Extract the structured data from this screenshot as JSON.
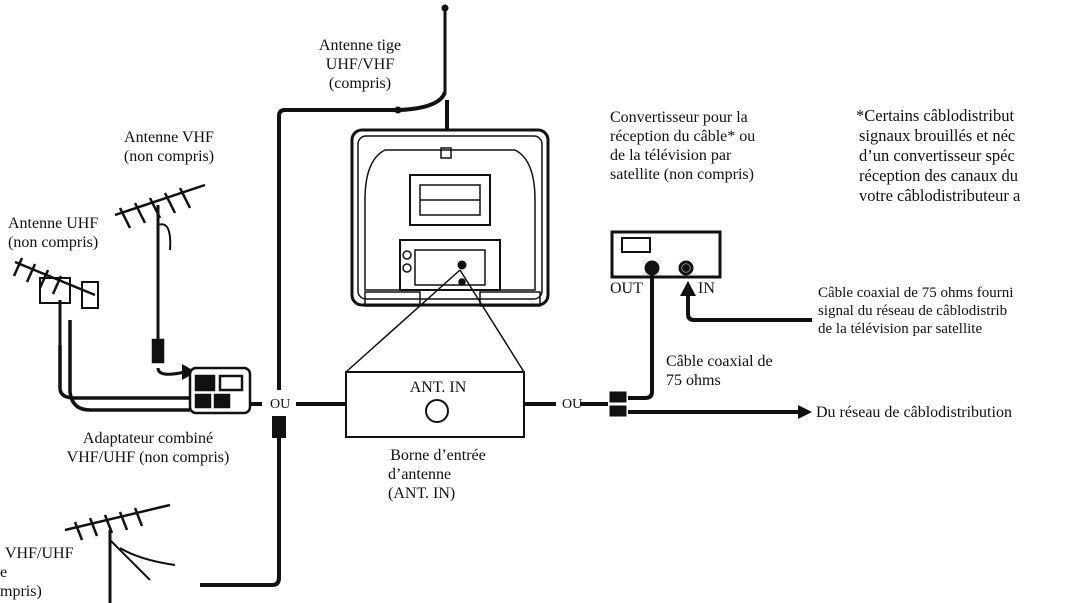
{
  "labels": {
    "rod_antenna": [
      "Antenne tige",
      "UHF/VHF",
      "(compris)"
    ],
    "vhf_antenna": [
      "Antenne VHF",
      "(non compris)"
    ],
    "uhf_antenna": [
      "Antenne UHF",
      "(non compris)"
    ],
    "combo_adapter": [
      "Adaptateur combiné",
      "VHF/UHF (non compris)"
    ],
    "combo_antenna": [
      "VHF/UHF",
      "e",
      "mpris)"
    ],
    "ant_terminal": [
      "Borne d’entrée",
      "d’antenne",
      "(ANT. IN)"
    ],
    "ant_in_panel": "ANT. IN",
    "ou_left": "OU",
    "ou_right": "OU",
    "converter": [
      "Convertisseur pour la",
      "réception du câble* ou",
      "de la télévision par",
      "satellite (non compris)"
    ],
    "out": "OUT",
    "in": "IN",
    "coax_75": [
      "Câble coaxial de",
      "75 ohms"
    ],
    "coax_supplied": [
      "Câble coaxial de 75 ohms fourni",
      "signal du réseau de câblodistrib",
      "de la télévision par satellite"
    ],
    "from_cable": "Du réseau de câblodistribution",
    "footnote": [
      "*Certains câblodistribut",
      "signaux brouillés et néc",
      "d’un convertisseur spéc",
      "réception des canaux du",
      "votre câblodistributeur a"
    ]
  }
}
